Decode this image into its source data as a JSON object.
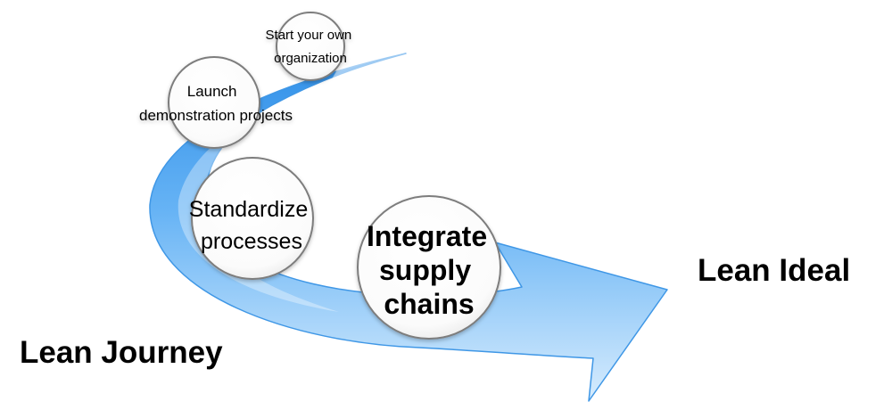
{
  "stages": [
    {
      "id": "start-organization",
      "lines": [
        "Start your own",
        "organization"
      ]
    },
    {
      "id": "launch-projects",
      "lines": [
        "Launch",
        "demonstration projects"
      ]
    },
    {
      "id": "standardize-processes",
      "lines": [
        "Standardize",
        "processes"
      ]
    },
    {
      "id": "integrate-supply-chains",
      "lines": [
        "Integrate",
        "supply",
        "chains"
      ]
    }
  ],
  "start_label": "Lean Journey",
  "end_label": "Lean Ideal",
  "colors": {
    "arrow_dark": "#2f8fe8",
    "arrow_mid": "#66b3f5",
    "arrow_light": "#cfe8fd",
    "arrow_stroke": "#3f97e6",
    "circle_fill": "#ffffff",
    "circle_stroke": "#7d7d7d"
  }
}
